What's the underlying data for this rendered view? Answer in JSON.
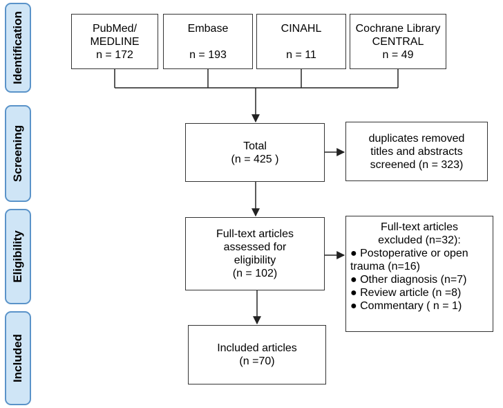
{
  "stages": [
    {
      "label": "Identification"
    },
    {
      "label": "Screening"
    },
    {
      "label": "Eligibility"
    },
    {
      "label": "Included"
    }
  ],
  "sources": [
    {
      "name": "PubMed/",
      "name2": "MEDLINE",
      "count": "n = 172"
    },
    {
      "name": "Embase",
      "count": "n = 193"
    },
    {
      "name": "CINAHL",
      "count": "n = 11"
    },
    {
      "name": "Cochrane Library",
      "name2": "CENTRAL",
      "count": "n = 49"
    }
  ],
  "total": {
    "line1": "Total",
    "line2": "(n = 425 )"
  },
  "duplicates": {
    "line1": "duplicates removed",
    "line2": "titles and abstracts",
    "line3": "screened (n = 323)"
  },
  "fulltext": {
    "line1": "Full-text articles",
    "line2": "assessed for",
    "line3": "eligibility",
    "line4": "(n = 102)"
  },
  "excluded": {
    "header1": "Full-text articles",
    "header2": "excluded (n=32):",
    "items": [
      {
        "line1": "● Postoperative or open",
        "line2": "trauma (n=16)"
      },
      {
        "line1": "● Other diagnosis (n=7)"
      },
      {
        "line1": "● Review article (n =8)"
      },
      {
        "line1": "● Commentary ( n = 1)"
      }
    ]
  },
  "included": {
    "line1": "Included articles",
    "line2": "(n =70)"
  }
}
